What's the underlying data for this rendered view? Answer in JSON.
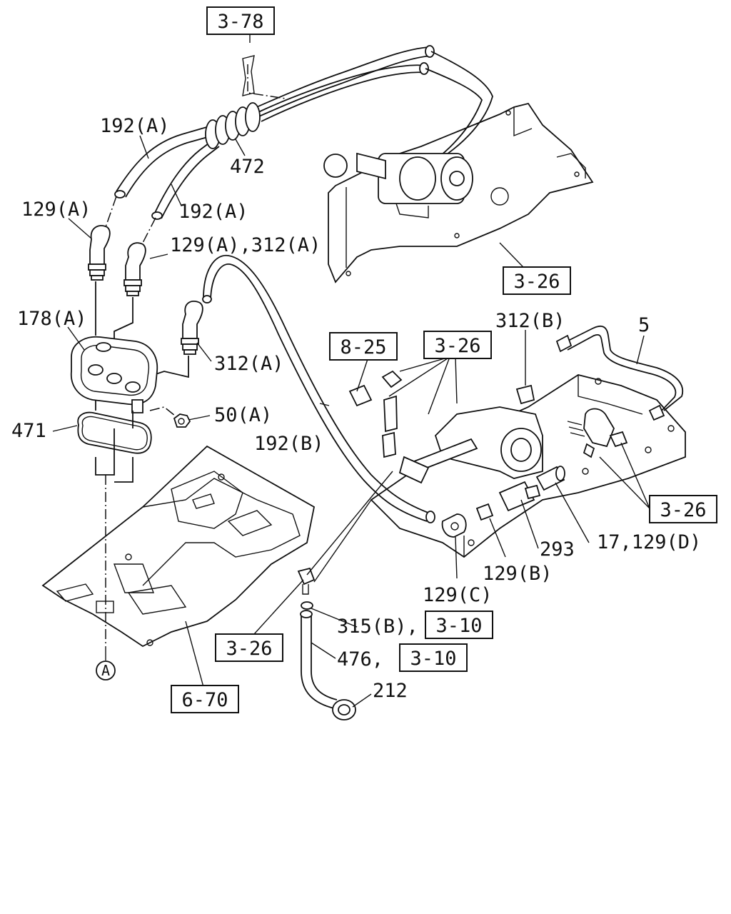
{
  "diagram": {
    "references": [
      {
        "id": "ref-3-78",
        "text": "3-78"
      },
      {
        "id": "ref-3-26-top",
        "text": "3-26"
      },
      {
        "id": "ref-8-25",
        "text": "8-25"
      },
      {
        "id": "ref-3-26-mid",
        "text": "3-26"
      },
      {
        "id": "ref-3-26-right",
        "text": "3-26"
      },
      {
        "id": "ref-3-10-a",
        "text": "3-10"
      },
      {
        "id": "ref-3-10-b",
        "text": "3-10"
      },
      {
        "id": "ref-3-26-bottom",
        "text": "3-26"
      },
      {
        "id": "ref-6-70",
        "text": "6-70"
      }
    ],
    "callouts": [
      {
        "id": "c-192a-1",
        "text": "192(A)"
      },
      {
        "id": "c-472",
        "text": "472"
      },
      {
        "id": "c-192a-2",
        "text": "192(A)"
      },
      {
        "id": "c-129a",
        "text": "129(A)"
      },
      {
        "id": "c-129a-312a",
        "text": "129(A),312(A)"
      },
      {
        "id": "c-178a",
        "text": "178(A)"
      },
      {
        "id": "c-312a",
        "text": "312(A)"
      },
      {
        "id": "c-312b",
        "text": "312(B)"
      },
      {
        "id": "c-5",
        "text": "5"
      },
      {
        "id": "c-50a",
        "text": "50(A)"
      },
      {
        "id": "c-471",
        "text": "471"
      },
      {
        "id": "c-192b",
        "text": "192(B)"
      },
      {
        "id": "c-293",
        "text": "293"
      },
      {
        "id": "c-17-129d",
        "text": "17,129(D)"
      },
      {
        "id": "c-129b",
        "text": "129(B)"
      },
      {
        "id": "c-129c",
        "text": "129(C)"
      },
      {
        "id": "c-315b",
        "text": "315(B),"
      },
      {
        "id": "c-476",
        "text": "476,"
      },
      {
        "id": "c-212",
        "text": "212"
      },
      {
        "id": "c-a",
        "text": "A"
      }
    ]
  }
}
